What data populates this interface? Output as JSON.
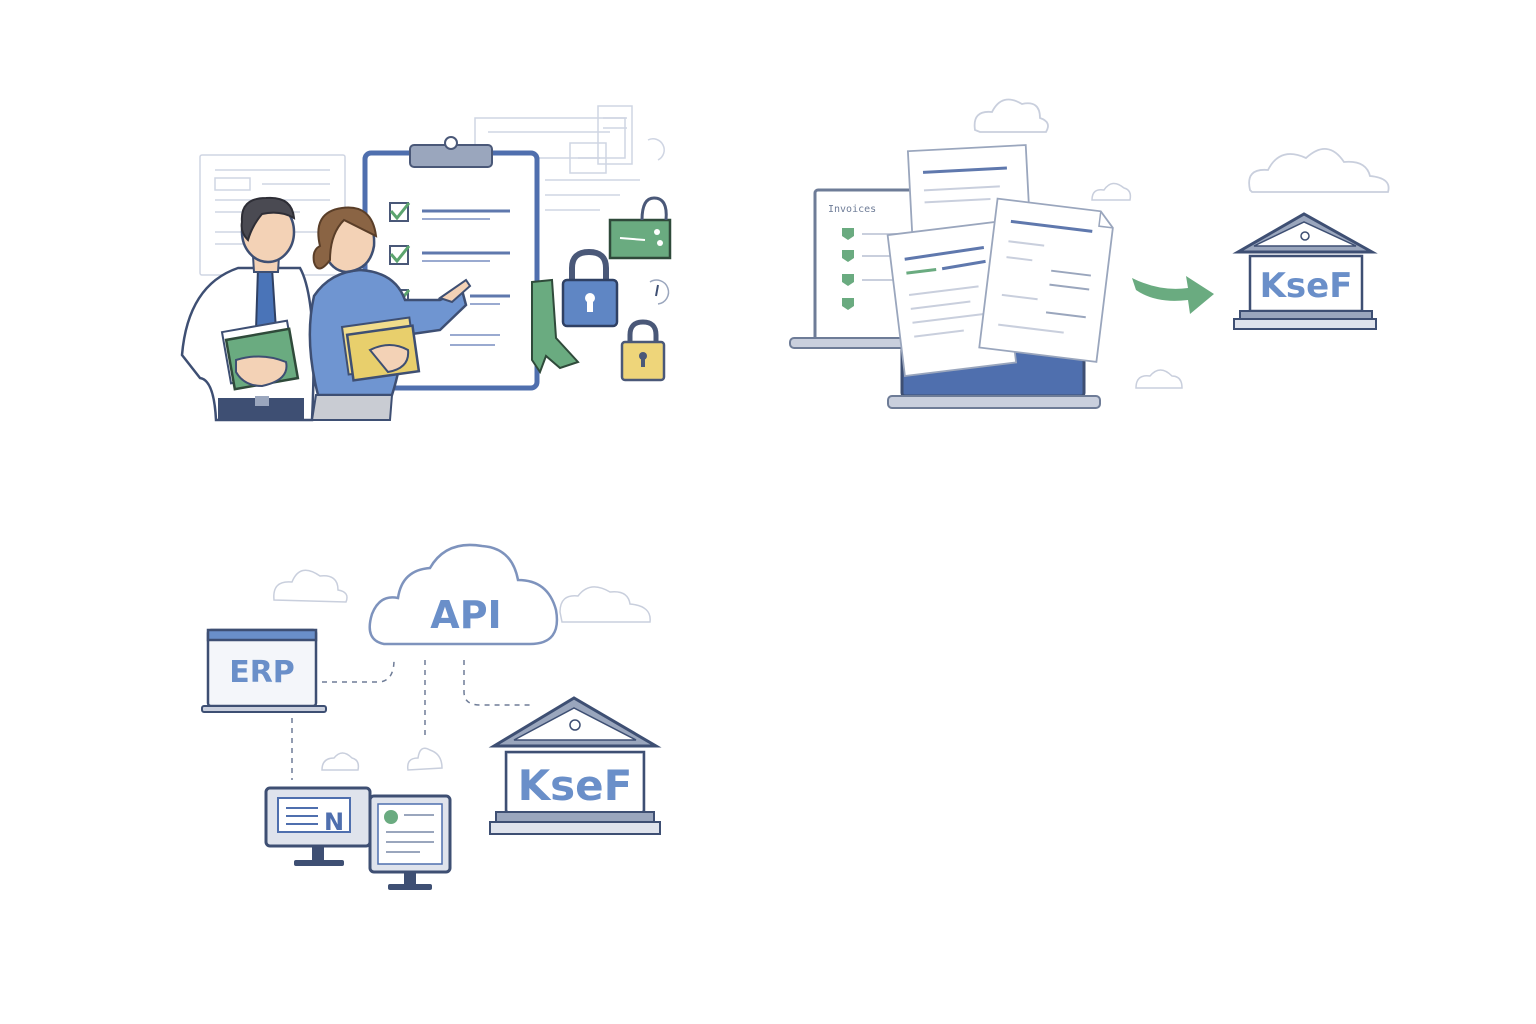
{
  "illustrations": {
    "compliance": {
      "clipboard": {
        "checked_items": 3
      }
    },
    "upload": {
      "laptop_window_title": "Invoices",
      "target_label": "KseF"
    },
    "integration": {
      "cloud_label": "API",
      "erp_label": "ERP",
      "monitor_badge": "N",
      "target_label": "KseF"
    }
  },
  "colors": {
    "blue": "#6a8fc9",
    "navy": "#3e4f73",
    "green": "#6aab80",
    "yellow": "#e8cf6c",
    "line": "#b8c1d6",
    "stroke": "#4a5878"
  }
}
